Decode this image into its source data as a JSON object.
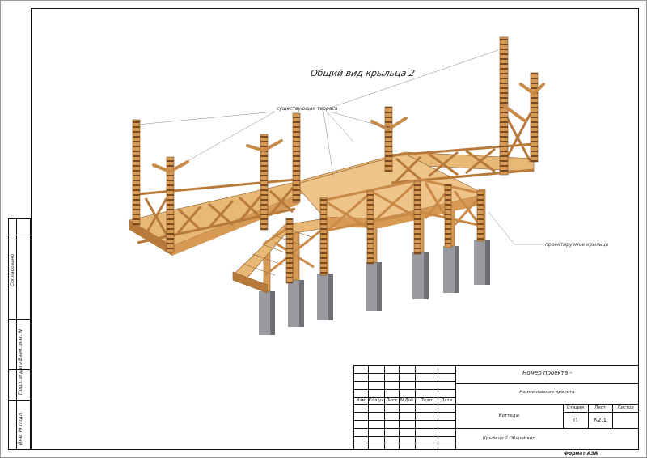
{
  "drawing": {
    "title": "Общий вид крыльца 2",
    "callout_existing": "существующая терраса",
    "callout_designed": "проектируемое крыльцо"
  },
  "title_block": {
    "project_number": "Номер проекта -",
    "project_name": "Наименование проекта",
    "object": "Коттедж",
    "sheet_title": "Крыльцо 2 Общий вид",
    "headers": [
      "Изм",
      "Кол.уч",
      "Лист",
      "№Док",
      "Подп",
      "Дата"
    ],
    "stage_label": "Стадия",
    "sheet_label": "Лист",
    "sheets_label": "Листов",
    "stage_value": "П",
    "sheet_value": "К2.1",
    "format": "Формат А3А"
  },
  "side_stamp": {
    "agreed": "Согласовано",
    "replaces": "Взам. инв. №",
    "sign_date": "Подп. и дата",
    "inv_number": "Инв. № подл."
  },
  "colors": {
    "wood_light": "#e8b876",
    "wood_mid": "#d69a55",
    "wood_dark": "#b87a3a",
    "concrete": "#9a9ba0",
    "concrete_dark": "#6f7075"
  }
}
